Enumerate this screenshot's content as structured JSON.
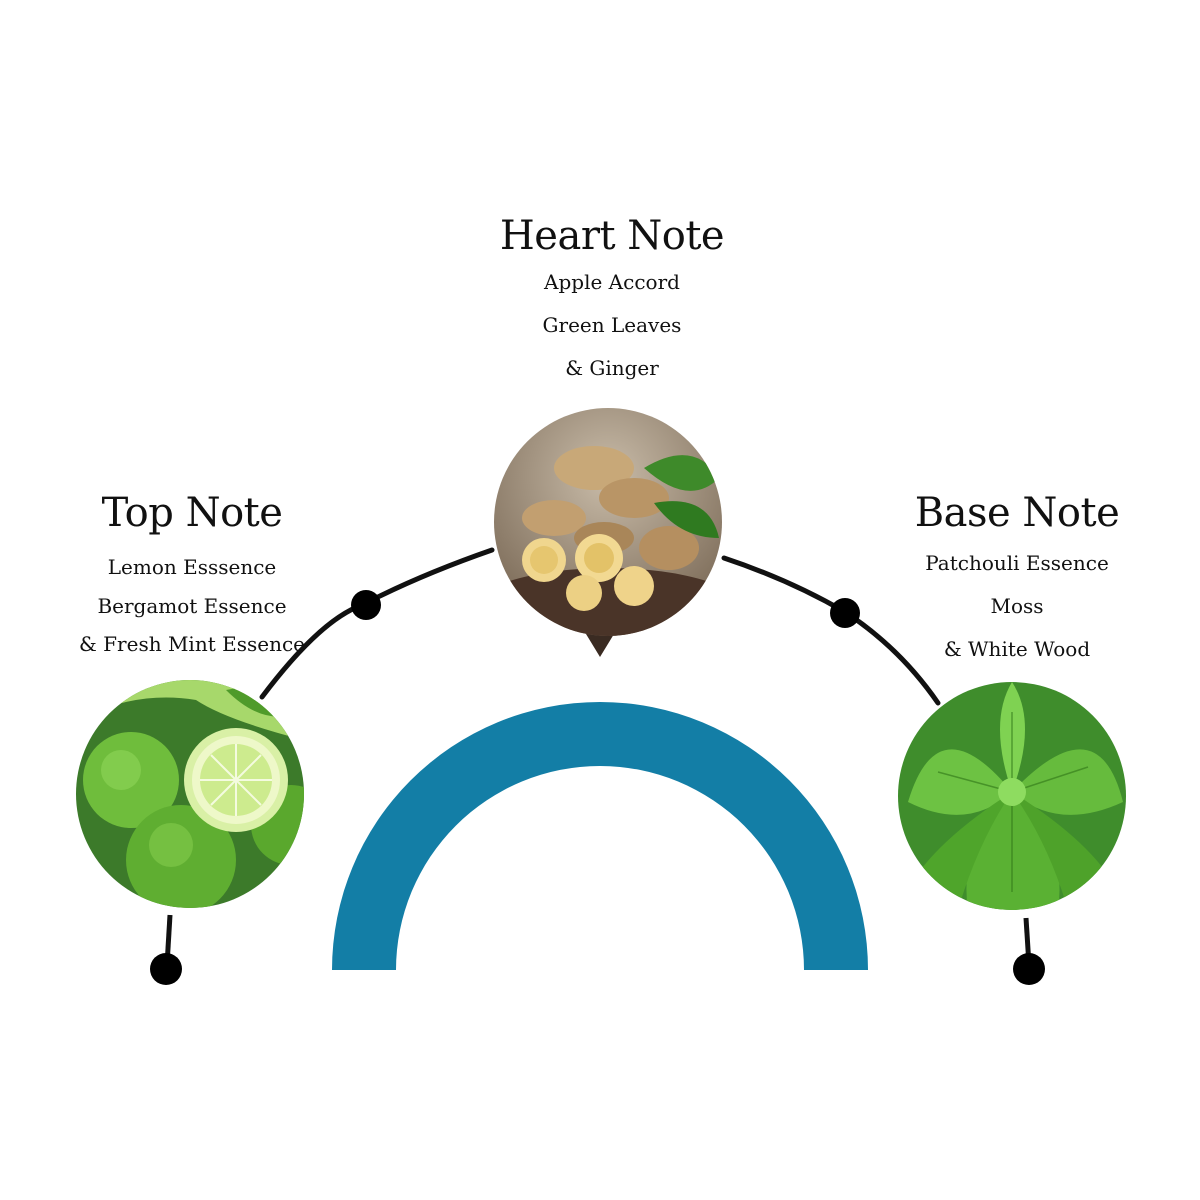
{
  "notes": {
    "top": {
      "title": "Top Note",
      "items": [
        "Lemon Esssence",
        "Bergamot Essence",
        "& Fresh Mint Essence"
      ],
      "image_icon": "bergamot-citrus-image"
    },
    "heart": {
      "title": "Heart Note",
      "items": [
        "Apple Accord",
        "Green Leaves",
        "& Ginger"
      ],
      "image_icon": "ginger-root-image"
    },
    "base": {
      "title": "Base Note",
      "items": [
        "Patchouli Essence",
        "Moss",
        "& White Wood"
      ],
      "image_icon": "patchouli-leaves-image"
    }
  },
  "colors": {
    "arch": "#137ea6",
    "line": "#111111",
    "background": "#ffffff"
  }
}
